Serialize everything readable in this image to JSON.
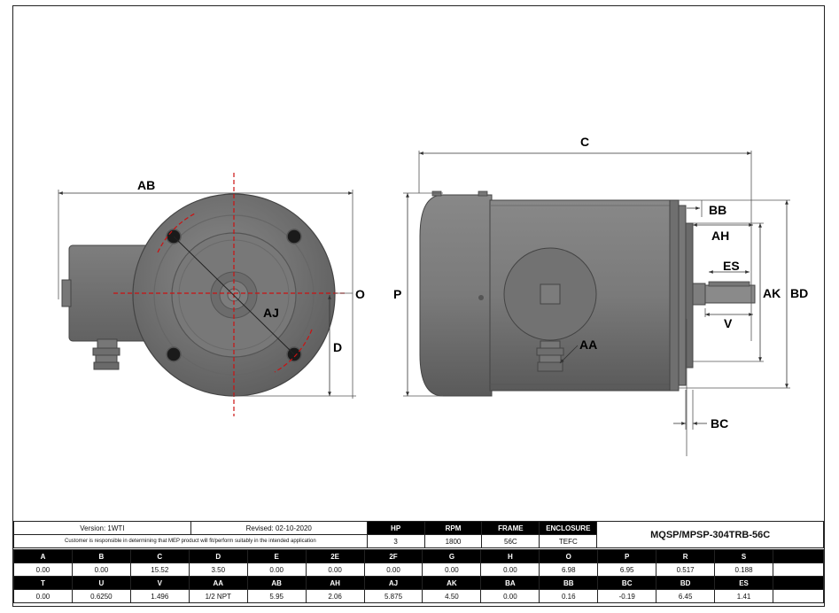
{
  "dimensions": {
    "AB": "AB",
    "O": "O",
    "AJ": "AJ",
    "D": "D",
    "C": "C",
    "P": "P",
    "BB": "BB",
    "AH": "AH",
    "ES": "ES",
    "AK": "AK",
    "BD": "BD",
    "V": "V",
    "AA": "AA",
    "BC": "BC"
  },
  "title_block": {
    "version": "Version: 1WTI",
    "revised": "Revised: 02-10-2020",
    "note": "Customer is responsible in determining that MEP product will fit/perform suitably in the intended application",
    "model": "MQSP/MPSP-304TRB-56C",
    "spec_headers": [
      "HP",
      "RPM",
      "FRAME",
      "ENCLOSURE"
    ],
    "spec_values": [
      "3",
      "1800",
      "56C",
      "TEFC"
    ]
  },
  "dim_table": {
    "row1_headers": [
      "A",
      "B",
      "C",
      "D",
      "E",
      "2E",
      "2F",
      "G",
      "H",
      "O",
      "P",
      "R",
      "S",
      ""
    ],
    "row1_values": [
      "0.00",
      "0.00",
      "15.52",
      "3.50",
      "0.00",
      "0.00",
      "0.00",
      "0.00",
      "0.00",
      "6.98",
      "6.95",
      "0.517",
      "0.188",
      ""
    ],
    "row2_headers": [
      "T",
      "U",
      "V",
      "AA",
      "AB",
      "AH",
      "AJ",
      "AK",
      "BA",
      "BB",
      "BC",
      "BD",
      "ES",
      ""
    ],
    "row2_values": [
      "0.00",
      "0.6250",
      "1.496",
      "1/2 NPT",
      "5.95",
      "2.06",
      "5.875",
      "4.50",
      "0.00",
      "0.16",
      "-0.19",
      "6.45",
      "1.41",
      ""
    ]
  }
}
